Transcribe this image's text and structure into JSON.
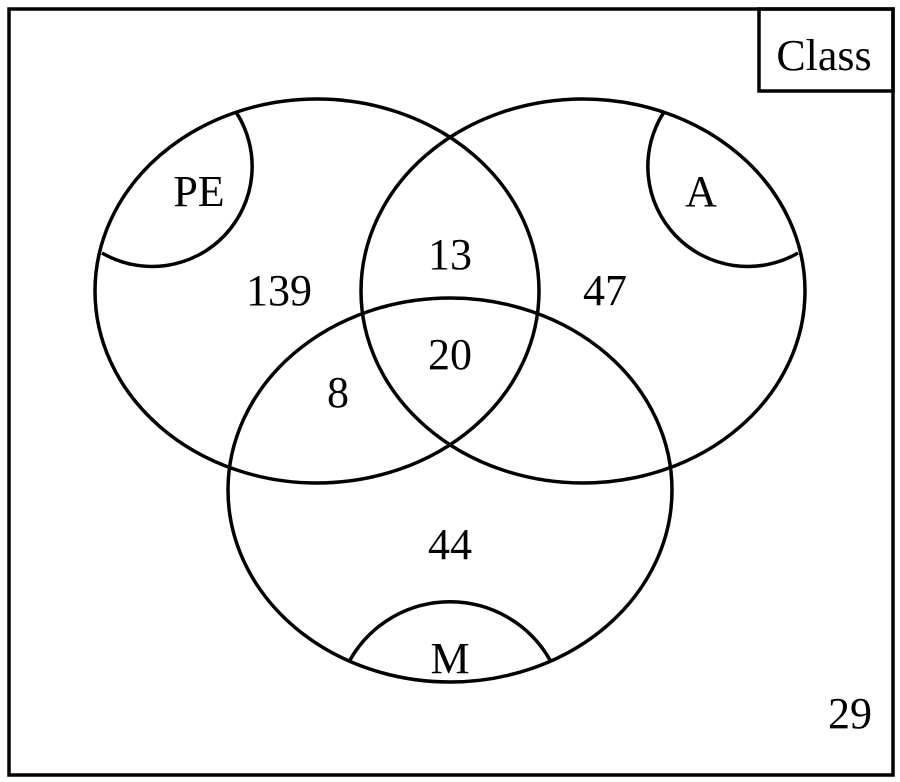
{
  "universe": {
    "label": "Class",
    "outside_count": "29"
  },
  "sets": [
    {
      "key": "pe",
      "label": "PE"
    },
    {
      "key": "a",
      "label": "A"
    },
    {
      "key": "m",
      "label": "M"
    }
  ],
  "regions": {
    "pe_only": "139",
    "pe_a": "13",
    "a_only": "47",
    "pe_a_m": "20",
    "pe_m": "8",
    "m_only": "44"
  }
}
